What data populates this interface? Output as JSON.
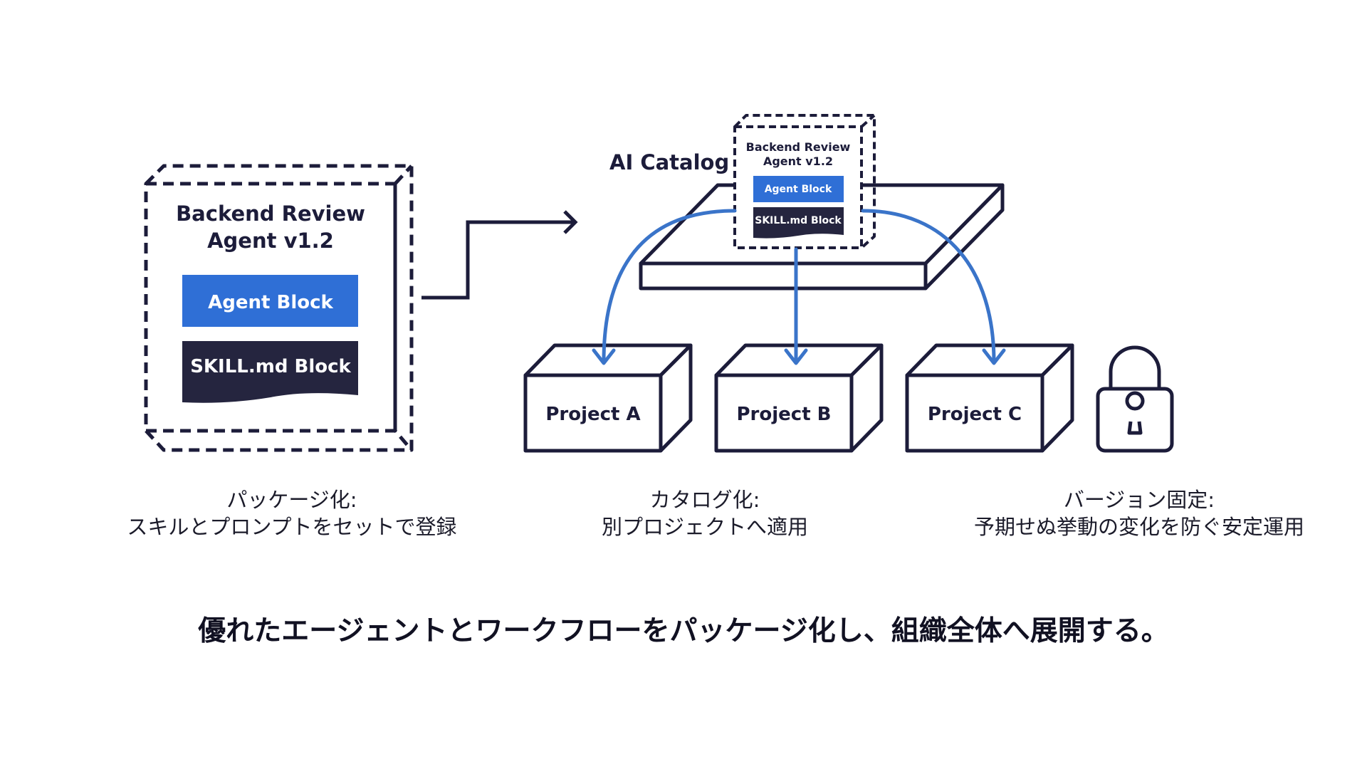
{
  "package_box": {
    "title_line1": "Backend Review",
    "title_line2": "Agent v1.2",
    "agent_block": "Agent Block",
    "skill_block": "SKILL.md Block"
  },
  "catalog": {
    "label": "AI Catalog",
    "package_title_line1": "Backend Review",
    "package_title_line2": "Agent v1.2",
    "agent_block": "Agent Block",
    "skill_block": "SKILL.md Block"
  },
  "projects": [
    {
      "label": "Project A"
    },
    {
      "label": "Project B"
    },
    {
      "label": "Project C"
    }
  ],
  "icons": {
    "lock": "lock-icon",
    "flow_arrow": "arrow-right-icon"
  },
  "captions": {
    "package": {
      "line1": "パッケージ化:",
      "line2": "スキルとプロンプトをセットで登録"
    },
    "catalog": {
      "line1": "カタログ化:",
      "line2": "別プロジェクトへ適用"
    },
    "version": {
      "line1": "バージョン固定:",
      "line2": "予期せぬ挙動の変化を防ぐ安定運用"
    }
  },
  "tagline": "優れたエージェントとワークフローをパッケージ化し、組織全体へ展開する。",
  "colors": {
    "navy": "#1c1c3a",
    "blue": "#2f6fd6",
    "dark_block": "#25253f",
    "arrow_blue": "#3a74c9"
  }
}
